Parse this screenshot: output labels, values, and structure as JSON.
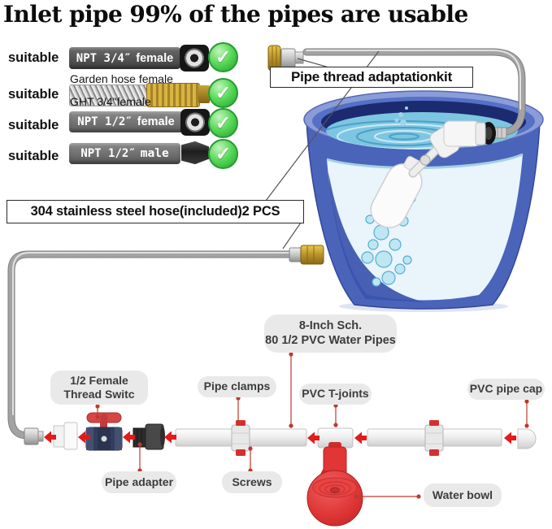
{
  "title": "Inlet pipe 99% of the pipes are usable",
  "icons": {
    "check": "✓"
  },
  "suitable_rows": [
    {
      "label": "suitable",
      "spec": "NPT 3/4″",
      "gender": "female"
    },
    {
      "label": "suitable",
      "text_above": "Garden hose female",
      "text_below": "GHT 3/4\"female"
    },
    {
      "label": "suitable",
      "spec": "NPT 1/2″",
      "gender": "female"
    },
    {
      "label": "suitable",
      "spec": "NPT 1/2″",
      "gender": "male"
    }
  ],
  "callouts": {
    "adaptation_kit": "Pipe thread adaptationkit",
    "steel_hose": "304 stainless steel hose(included)2 PCS",
    "pvc_pipes_line1": "8-Inch Sch.",
    "pvc_pipes_line2": "80 1/2 PVC Water Pipes",
    "thread_switch_line1": "1/2 Female",
    "thread_switch_line2": "Thread Switc",
    "pipe_clamps": "Pipe clamps",
    "t_joints": "PVC T-joints",
    "pipe_cap": "PVC pipe cap",
    "pipe_adapter": "Pipe adapter",
    "screws": "Screws",
    "water_bowl": "Water bowl"
  },
  "colors": {
    "accent_red": "#e02020",
    "bucket_blue": "#4a64ba",
    "check_green": "#3fbf49",
    "label_bg": "#e9e9e9",
    "valve_navy": "#333e5e",
    "bowl_red": "#e23535"
  }
}
